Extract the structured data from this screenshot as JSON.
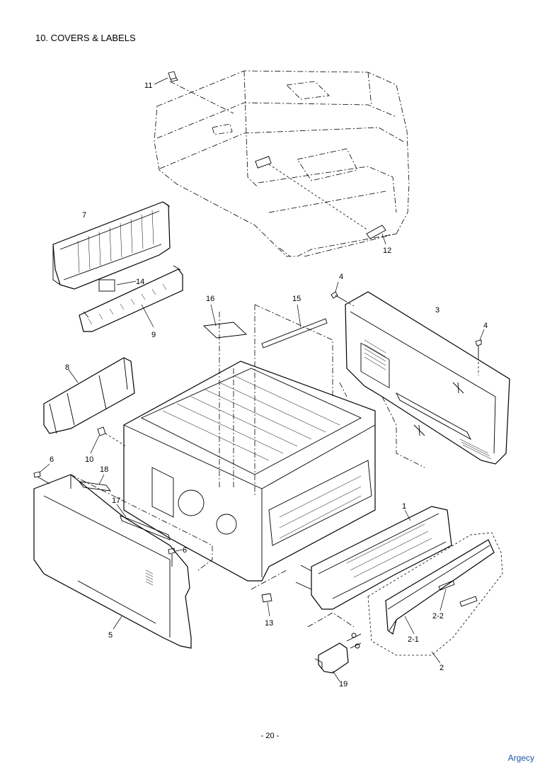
{
  "page": {
    "title": "10. COVERS & LABELS",
    "page_number": "- 20 -",
    "brand": "Argecy"
  },
  "callouts": {
    "c1": "1",
    "c2": "2",
    "c2_1": "2-1",
    "c2_2": "2-2",
    "c3": "3",
    "c4a": "4",
    "c4b": "4",
    "c5": "5",
    "c6a": "6",
    "c6b": "6",
    "c7": "7",
    "c8": "8",
    "c9": "9",
    "c10": "10",
    "c11": "11",
    "c12": "12",
    "c13": "13",
    "c14": "14",
    "c15": "15",
    "c16": "16",
    "c17": "17",
    "c18": "18",
    "c19": "19"
  }
}
